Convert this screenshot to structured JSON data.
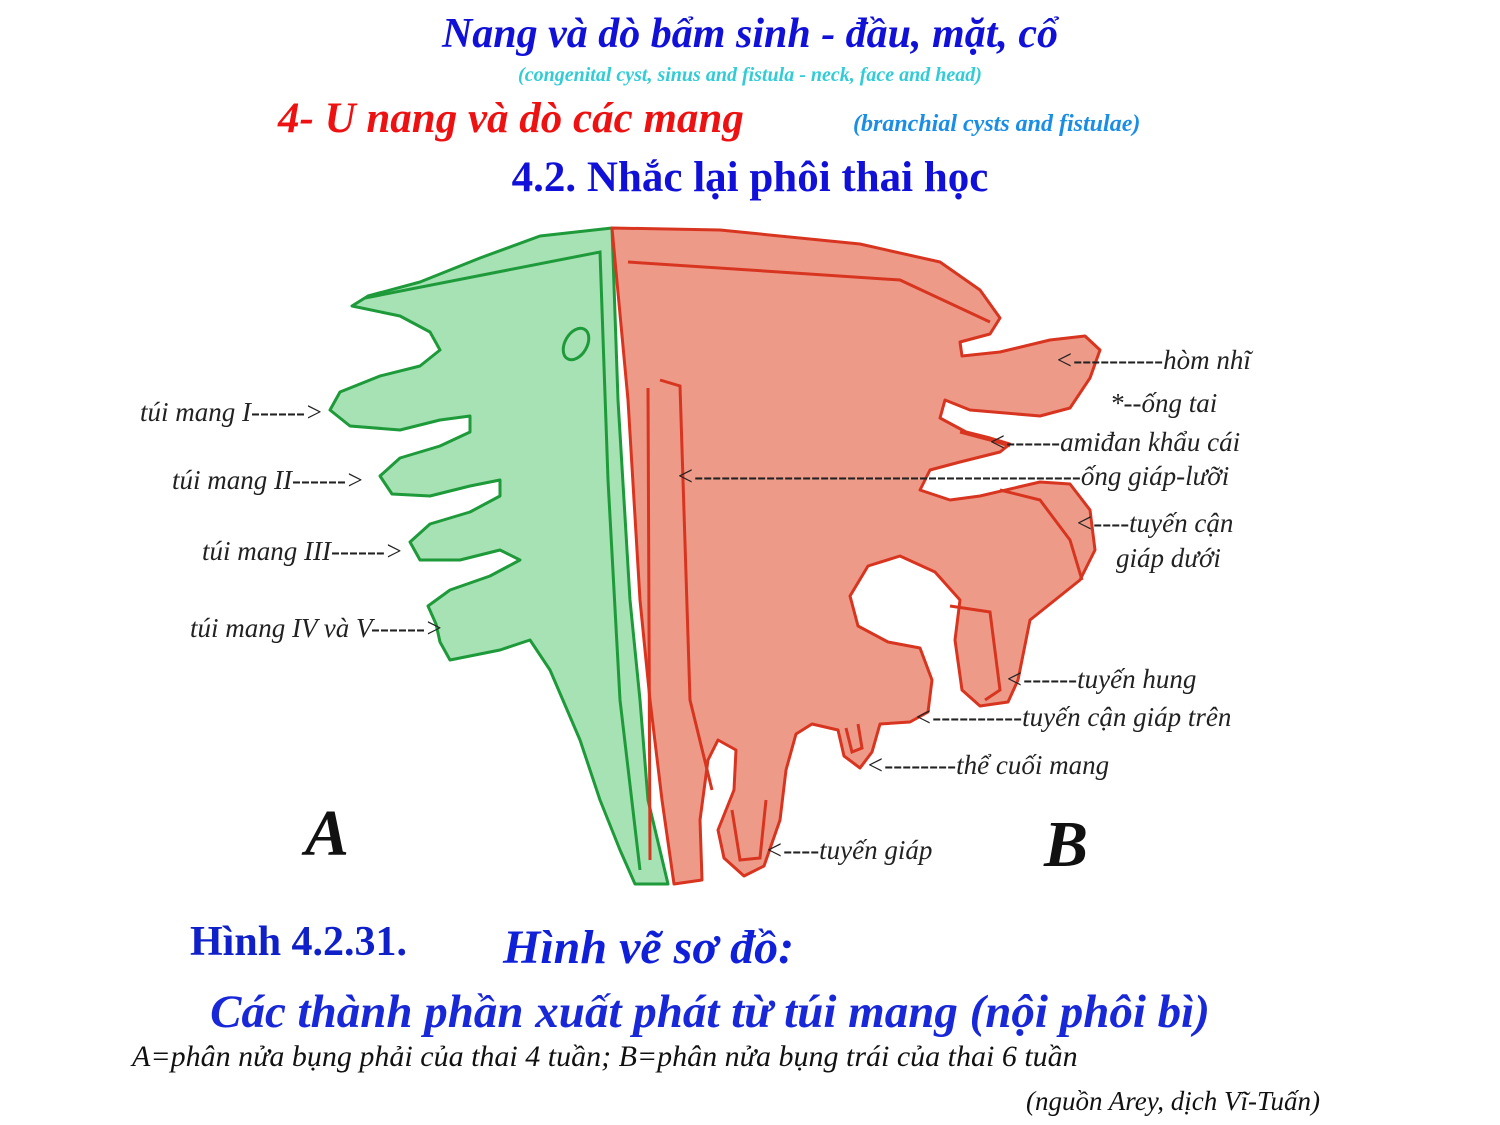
{
  "header": {
    "title": "Nang và dò bẩm sinh - đầu, mặt, cổ",
    "title_en": "(congenital cyst, sinus and fistula - neck, face and head)",
    "section": "4- U nang và dò các mang",
    "section_en": "(branchial cysts and fistulae)",
    "subsection": "4.2. Nhắc lại phôi thai học"
  },
  "diagram": {
    "left_labels": [
      "túi mang I------>",
      "túi mang II------>",
      "túi mang III------>",
      "túi mang IV và V------>"
    ],
    "right_labels": [
      "<----------hòm nhĩ",
      "*--ống tai",
      "<------amiđan khẩu cái",
      "<-------------------------------------------ống giáp-lưỡi",
      "<----tuyến cận",
      "giáp dưới",
      "<------tuyến hung",
      "<----------tuyến cận giáp trên",
      "<--------thể cuối mang",
      "<----tuyến giáp"
    ],
    "panel_a": "A",
    "panel_b": "B",
    "colors": {
      "panel_a_fill": "#a6e2b4",
      "panel_a_stroke": "#1e9a3a",
      "panel_b_fill": "#ee9a88",
      "panel_b_stroke": "#d83520"
    }
  },
  "figure": {
    "number": "Hình 4.2.31.",
    "title": "Hình vẽ sơ đồ:",
    "subtitle": "Các thành phần xuất phát từ túi mang (nội phôi bì)",
    "caption": "A=phân nửa bụng phải của thai 4 tuần; B=phân nửa bụng trái của thai 6 tuần",
    "source": "(nguồn  Arey, dịch Vĩ-Tuấn)"
  }
}
